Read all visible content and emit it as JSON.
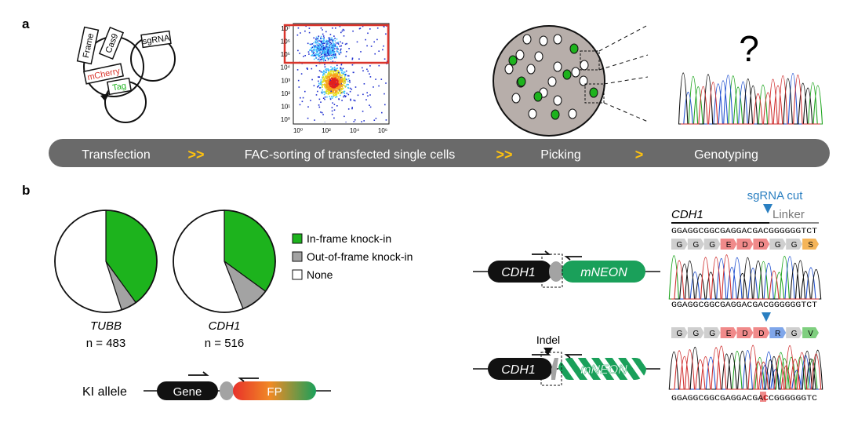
{
  "panel_a": {
    "label": "a",
    "plasmid": {
      "frame": "Frame",
      "cas9": "Cas9",
      "sgrna": "sgRNA",
      "mcherry": "mCherry",
      "tag": "Tag"
    },
    "facs": {
      "x_ticks": [
        "10⁰",
        "10²",
        "10⁴",
        "10⁶"
      ],
      "y_ticks": [
        "10⁰",
        "10¹",
        "10²",
        "10³",
        "10⁴",
        "10⁵",
        "10⁶",
        "10⁷"
      ]
    },
    "question_mark": "?",
    "pipeline": {
      "step1": "Transfection",
      "arrow1": ">>",
      "step2": "FAC-sorting of transfected single cells",
      "arrow2": ">>",
      "step3": "Picking",
      "arrow3": ">",
      "step4": "Genotyping"
    }
  },
  "panel_b": {
    "label": "b",
    "legend": {
      "in_frame": "In-frame knock-in",
      "out_of_frame": "Out-of-frame knock-in",
      "none": "None"
    },
    "pies": [
      {
        "gene": "TUBB",
        "n_label": "n = 483",
        "in_frame": 0.4,
        "out_of_frame": 0.05,
        "none": 0.55
      },
      {
        "gene": "CDH1",
        "n_label": "n = 516",
        "in_frame": 0.35,
        "out_of_frame": 0.09,
        "none": 0.56
      }
    ],
    "ki_allele": {
      "label": "KI allele",
      "gene": "Gene",
      "fp": "FP"
    },
    "construct1": {
      "gene": "CDH1",
      "tag": "mNEON"
    },
    "construct2": {
      "gene": "CDH1",
      "tag": "mNEON",
      "indel": "Indel"
    },
    "seq_header": {
      "sgrna_cut": "sgRNA cut",
      "gene": "CDH1",
      "linker": "Linker"
    },
    "seq_top": "GGAGGCGGCGAGGACGACGGGGGGTCT",
    "aa_top": [
      "G",
      "G",
      "G",
      "E",
      "D",
      "D",
      "G",
      "G",
      "S"
    ],
    "seq_mid": "GGAGGCGGCGAGGACGACGGGGGGTCT",
    "aa_bottom": [
      "G",
      "G",
      "G",
      "E",
      "D",
      "D",
      "R",
      "G",
      "V"
    ],
    "seq_bottom": {
      "pre": "GGAGGCGGCGAGGACGA",
      "mut": "C",
      "post": "CGGGGGGTC"
    }
  },
  "colors": {
    "green": "#1db31d",
    "gray": "#a3a3a3",
    "bar": "#6a6a6a",
    "yellow": "#ffc20e",
    "red": "#d9342b",
    "blue": "#2a7fc1",
    "aa_red": "#f08a8a",
    "aa_gray": "#cfcfcf"
  }
}
